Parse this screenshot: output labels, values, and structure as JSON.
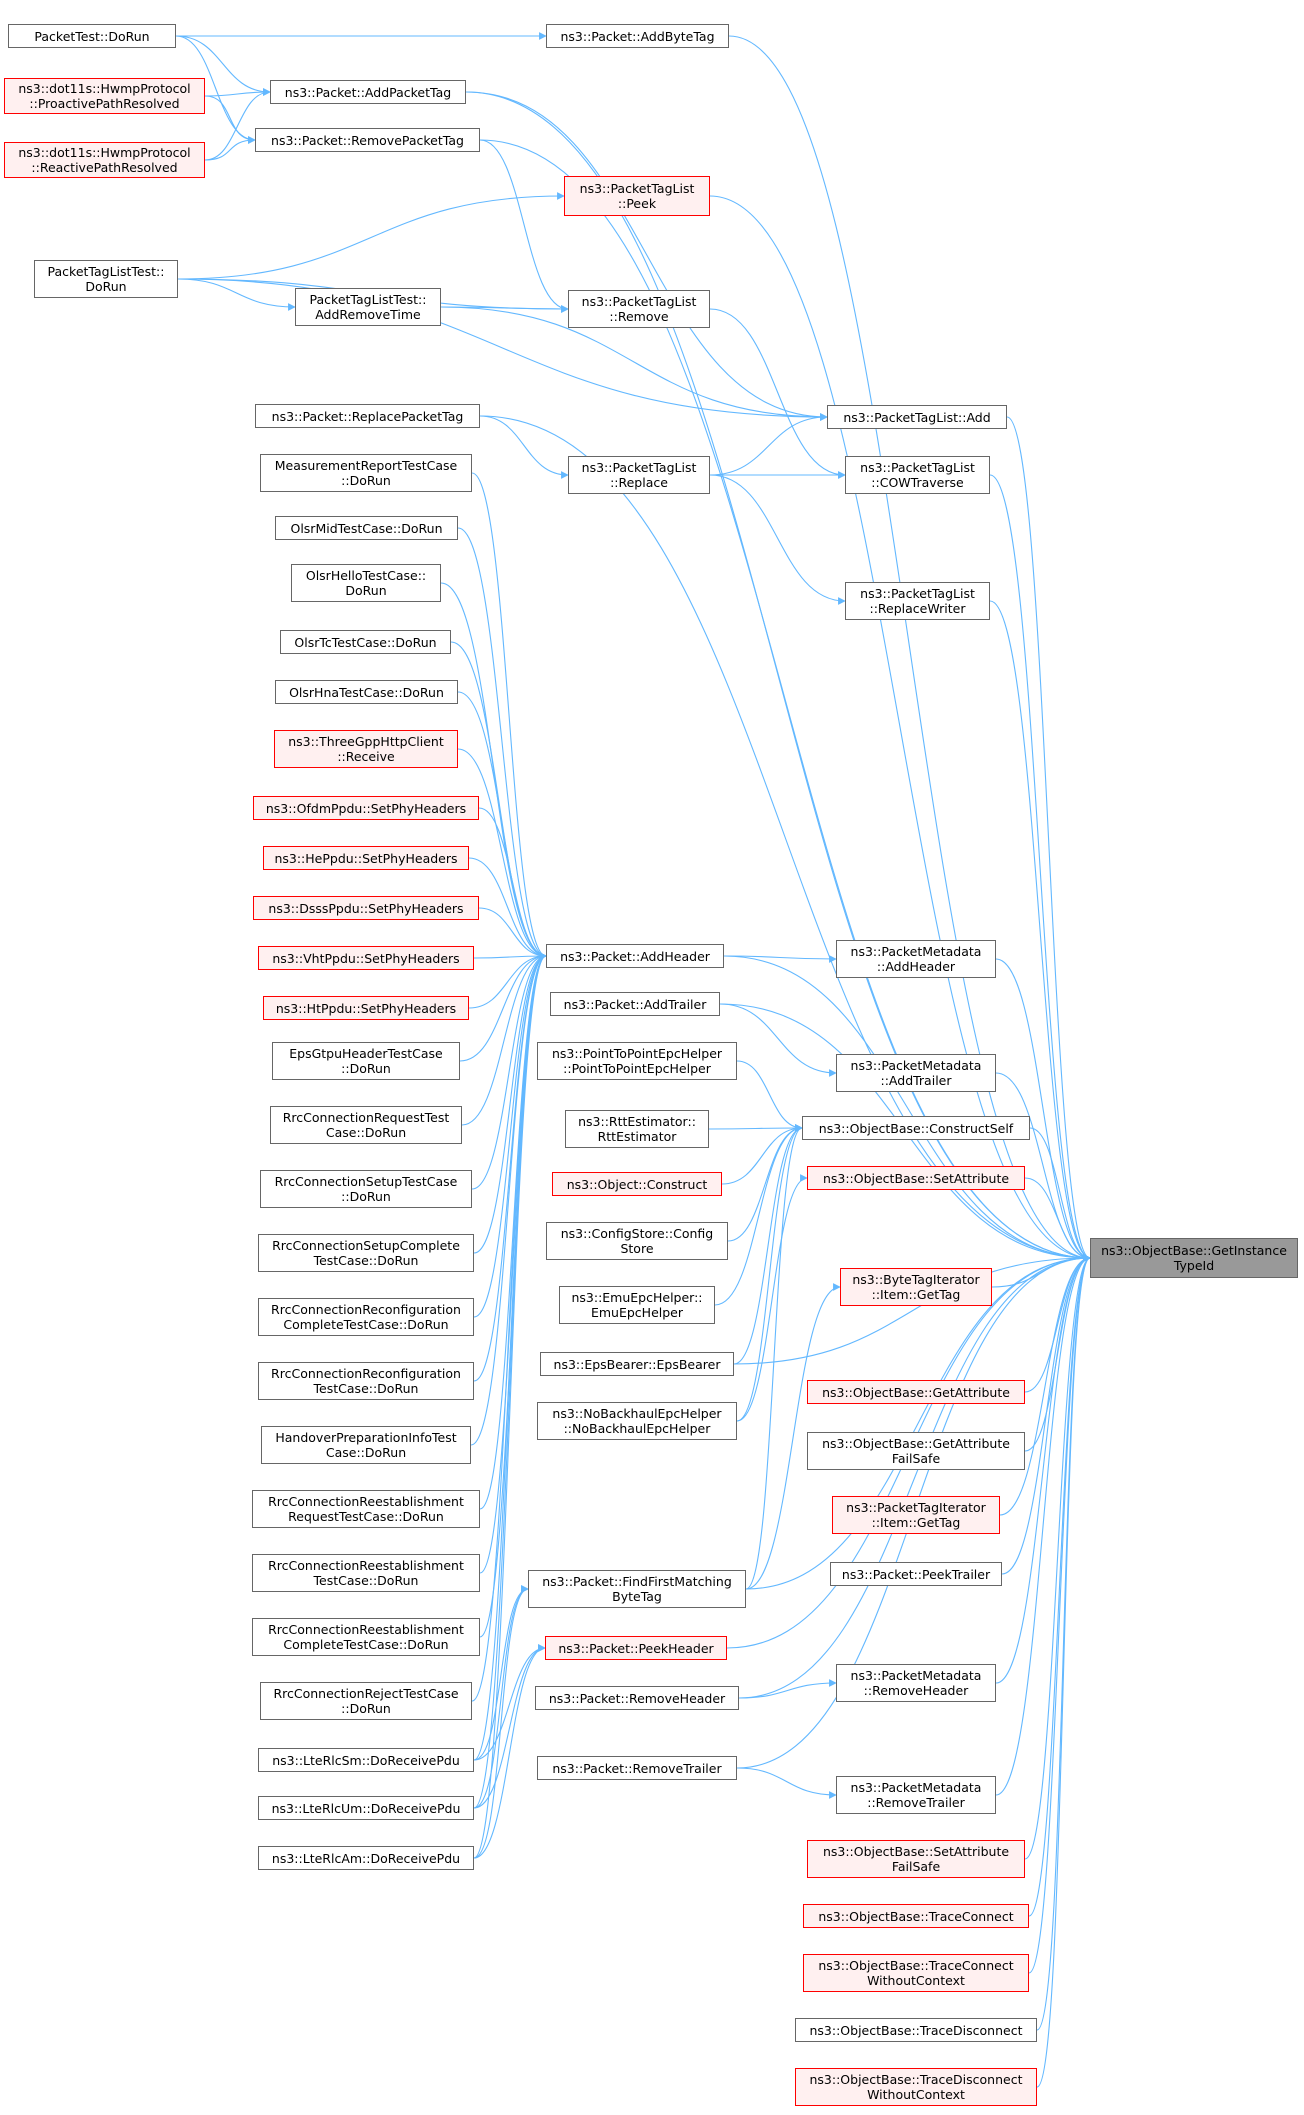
{
  "graph": {
    "target": "ns3::ObjectBase::GetInstanceTypeId",
    "colors": {
      "edge": "#63b8ff",
      "node_border": "#666666",
      "highlight_border": "#ff0000",
      "highlight_fill": "#fff0f0",
      "focus_fill": "#999999"
    },
    "nodes": [
      {
        "id": "packettest-dorun",
        "lines": [
          "PacketTest::DoRun"
        ],
        "style": "normal"
      },
      {
        "id": "dot11s-proactive",
        "lines": [
          "ns3::dot11s::HwmpProtocol",
          "::ProactivePathResolved"
        ],
        "style": "red"
      },
      {
        "id": "dot11s-reactive",
        "lines": [
          "ns3::dot11s::HwmpProtocol",
          "::ReactivePathResolved"
        ],
        "style": "red"
      },
      {
        "id": "packettaglisttest-dorun",
        "lines": [
          "PacketTagListTest::",
          "DoRun"
        ],
        "style": "normal"
      },
      {
        "id": "addbytetag",
        "lines": [
          "ns3::Packet::AddByteTag"
        ],
        "style": "normal"
      },
      {
        "id": "addpackettag",
        "lines": [
          "ns3::Packet::AddPacketTag"
        ],
        "style": "normal"
      },
      {
        "id": "removepackettag",
        "lines": [
          "ns3::Packet::RemovePacketTag"
        ],
        "style": "normal"
      },
      {
        "id": "ptl-peek",
        "lines": [
          "ns3::PacketTagList",
          "::Peek"
        ],
        "style": "red"
      },
      {
        "id": "addremovetime",
        "lines": [
          "PacketTagListTest::",
          "AddRemoveTime"
        ],
        "style": "normal"
      },
      {
        "id": "ptl-remove",
        "lines": [
          "ns3::PacketTagList",
          "::Remove"
        ],
        "style": "normal"
      },
      {
        "id": "replacepackettag",
        "lines": [
          "ns3::Packet::ReplacePacketTag"
        ],
        "style": "normal"
      },
      {
        "id": "ptl-add",
        "lines": [
          "ns3::PacketTagList::Add"
        ],
        "style": "normal"
      },
      {
        "id": "ptl-replace",
        "lines": [
          "ns3::PacketTagList",
          "::Replace"
        ],
        "style": "normal"
      },
      {
        "id": "ptl-cowtraverse",
        "lines": [
          "ns3::PacketTagList",
          "::COWTraverse"
        ],
        "style": "normal"
      },
      {
        "id": "ptl-replacewriter",
        "lines": [
          "ns3::PacketTagList",
          "::ReplaceWriter"
        ],
        "style": "normal"
      },
      {
        "id": "measurementreport",
        "lines": [
          "MeasurementReportTestCase",
          "::DoRun"
        ],
        "style": "normal"
      },
      {
        "id": "olsrmid",
        "lines": [
          "OlsrMidTestCase::DoRun"
        ],
        "style": "normal"
      },
      {
        "id": "olsrhello",
        "lines": [
          "OlsrHelloTestCase::",
          "DoRun"
        ],
        "style": "normal"
      },
      {
        "id": "olsrtc",
        "lines": [
          "OlsrTcTestCase::DoRun"
        ],
        "style": "normal"
      },
      {
        "id": "olsrhna",
        "lines": [
          "OlsrHnaTestCase::DoRun"
        ],
        "style": "normal"
      },
      {
        "id": "threegpphttp",
        "lines": [
          "ns3::ThreeGppHttpClient",
          "::Receive"
        ],
        "style": "red"
      },
      {
        "id": "ofdmppdu",
        "lines": [
          "ns3::OfdmPpdu::SetPhyHeaders"
        ],
        "style": "red"
      },
      {
        "id": "heppdu",
        "lines": [
          "ns3::HePpdu::SetPhyHeaders"
        ],
        "style": "red"
      },
      {
        "id": "dsssppdu",
        "lines": [
          "ns3::DsssPpdu::SetPhyHeaders"
        ],
        "style": "red"
      },
      {
        "id": "vhtppdu",
        "lines": [
          "ns3::VhtPpdu::SetPhyHeaders"
        ],
        "style": "red"
      },
      {
        "id": "htppdu",
        "lines": [
          "ns3::HtPpdu::SetPhyHeaders"
        ],
        "style": "red"
      },
      {
        "id": "epsgtpu",
        "lines": [
          "EpsGtpuHeaderTestCase",
          "::DoRun"
        ],
        "style": "normal"
      },
      {
        "id": "rrcconnreq",
        "lines": [
          "RrcConnectionRequestTest",
          "Case::DoRun"
        ],
        "style": "normal"
      },
      {
        "id": "rrcconnsetup",
        "lines": [
          "RrcConnectionSetupTestCase",
          "::DoRun"
        ],
        "style": "normal"
      },
      {
        "id": "rrcconnsetupcomplete",
        "lines": [
          "RrcConnectionSetupComplete",
          "TestCase::DoRun"
        ],
        "style": "normal"
      },
      {
        "id": "rrcreconfcomplete",
        "lines": [
          "RrcConnectionReconfiguration",
          "CompleteTestCase::DoRun"
        ],
        "style": "normal"
      },
      {
        "id": "rrcreconf",
        "lines": [
          "RrcConnectionReconfiguration",
          "TestCase::DoRun"
        ],
        "style": "normal"
      },
      {
        "id": "handoverprep",
        "lines": [
          "HandoverPreparationInfoTest",
          "Case::DoRun"
        ],
        "style": "normal"
      },
      {
        "id": "rrcreestreq",
        "lines": [
          "RrcConnectionReestablishment",
          "RequestTestCase::DoRun"
        ],
        "style": "normal"
      },
      {
        "id": "rrcreest",
        "lines": [
          "RrcConnectionReestablishment",
          "TestCase::DoRun"
        ],
        "style": "normal"
      },
      {
        "id": "rrcreestcomplete",
        "lines": [
          "RrcConnectionReestablishment",
          "CompleteTestCase::DoRun"
        ],
        "style": "normal"
      },
      {
        "id": "rrcreject",
        "lines": [
          "RrcConnectionRejectTestCase",
          "::DoRun"
        ],
        "style": "normal"
      },
      {
        "id": "lterlcsm",
        "lines": [
          "ns3::LteRlcSm::DoReceivePdu"
        ],
        "style": "normal"
      },
      {
        "id": "lterlcum",
        "lines": [
          "ns3::LteRlcUm::DoReceivePdu"
        ],
        "style": "normal"
      },
      {
        "id": "lterlcam",
        "lines": [
          "ns3::LteRlcAm::DoReceivePdu"
        ],
        "style": "normal"
      },
      {
        "id": "addheader",
        "lines": [
          "ns3::Packet::AddHeader"
        ],
        "style": "normal"
      },
      {
        "id": "addtrailer",
        "lines": [
          "ns3::Packet::AddTrailer"
        ],
        "style": "normal"
      },
      {
        "id": "p2pepchelper",
        "lines": [
          "ns3::PointToPointEpcHelper",
          "::PointToPointEpcHelper"
        ],
        "style": "normal"
      },
      {
        "id": "rttestimator",
        "lines": [
          "ns3::RttEstimator::",
          "RttEstimator"
        ],
        "style": "normal"
      },
      {
        "id": "objectconstruct",
        "lines": [
          "ns3::Object::Construct"
        ],
        "style": "red"
      },
      {
        "id": "configstore",
        "lines": [
          "ns3::ConfigStore::Config",
          "Store"
        ],
        "style": "normal"
      },
      {
        "id": "emuepchelper",
        "lines": [
          "ns3::EmuEpcHelper::",
          "EmuEpcHelper"
        ],
        "style": "normal"
      },
      {
        "id": "epsbearer",
        "lines": [
          "ns3::EpsBearer::EpsBearer"
        ],
        "style": "normal"
      },
      {
        "id": "nobackhaul",
        "lines": [
          "ns3::NoBackhaulEpcHelper",
          "::NoBackhaulEpcHelper"
        ],
        "style": "normal"
      },
      {
        "id": "findfirstmatching",
        "lines": [
          "ns3::Packet::FindFirstMatching",
          "ByteTag"
        ],
        "style": "normal"
      },
      {
        "id": "peekheader",
        "lines": [
          "ns3::Packet::PeekHeader"
        ],
        "style": "red"
      },
      {
        "id": "removeheader",
        "lines": [
          "ns3::Packet::RemoveHeader"
        ],
        "style": "normal"
      },
      {
        "id": "removetrailer",
        "lines": [
          "ns3::Packet::RemoveTrailer"
        ],
        "style": "normal"
      },
      {
        "id": "pm-addheader",
        "lines": [
          "ns3::PacketMetadata",
          "::AddHeader"
        ],
        "style": "normal"
      },
      {
        "id": "pm-addtrailer",
        "lines": [
          "ns3::PacketMetadata",
          "::AddTrailer"
        ],
        "style": "normal"
      },
      {
        "id": "constructself",
        "lines": [
          "ns3::ObjectBase::ConstructSelf"
        ],
        "style": "normal"
      },
      {
        "id": "setattribute",
        "lines": [
          "ns3::ObjectBase::SetAttribute"
        ],
        "style": "red"
      },
      {
        "id": "bytetagiter",
        "lines": [
          "ns3::ByteTagIterator",
          "::Item::GetTag"
        ],
        "style": "red"
      },
      {
        "id": "getattribute",
        "lines": [
          "ns3::ObjectBase::GetAttribute"
        ],
        "style": "red"
      },
      {
        "id": "getattributefailsafe",
        "lines": [
          "ns3::ObjectBase::GetAttribute",
          "FailSafe"
        ],
        "style": "normal"
      },
      {
        "id": "packettagiter",
        "lines": [
          "ns3::PacketTagIterator",
          "::Item::GetTag"
        ],
        "style": "red"
      },
      {
        "id": "peektrailer",
        "lines": [
          "ns3::Packet::PeekTrailer"
        ],
        "style": "normal"
      },
      {
        "id": "pm-removeheader",
        "lines": [
          "ns3::PacketMetadata",
          "::RemoveHeader"
        ],
        "style": "normal"
      },
      {
        "id": "pm-removetrailer",
        "lines": [
          "ns3::PacketMetadata",
          "::RemoveTrailer"
        ],
        "style": "normal"
      },
      {
        "id": "setattributefailsafe",
        "lines": [
          "ns3::ObjectBase::SetAttribute",
          "FailSafe"
        ],
        "style": "red"
      },
      {
        "id": "traceconnect",
        "lines": [
          "ns3::ObjectBase::TraceConnect"
        ],
        "style": "red"
      },
      {
        "id": "traceconnectwoc",
        "lines": [
          "ns3::ObjectBase::TraceConnect",
          "WithoutContext"
        ],
        "style": "red"
      },
      {
        "id": "tracedisconnect",
        "lines": [
          "ns3::ObjectBase::TraceDisconnect"
        ],
        "style": "normal"
      },
      {
        "id": "tracedisconnectwoc",
        "lines": [
          "ns3::ObjectBase::TraceDisconnect",
          "WithoutContext"
        ],
        "style": "red"
      },
      {
        "id": "getinstancetypeid",
        "lines": [
          "ns3::ObjectBase::GetInstance",
          "TypeId"
        ],
        "style": "focus"
      }
    ],
    "edges": [
      [
        "packettest-dorun",
        "addbytetag"
      ],
      [
        "packettest-dorun",
        "addpackettag"
      ],
      [
        "packettest-dorun",
        "removepackettag"
      ],
      [
        "dot11s-proactive",
        "addpackettag"
      ],
      [
        "dot11s-proactive",
        "removepackettag"
      ],
      [
        "dot11s-reactive",
        "addpackettag"
      ],
      [
        "dot11s-reactive",
        "removepackettag"
      ],
      [
        "packettaglisttest-dorun",
        "ptl-peek"
      ],
      [
        "packettaglisttest-dorun",
        "addremovetime"
      ],
      [
        "packettaglisttest-dorun",
        "ptl-remove"
      ],
      [
        "packettaglisttest-dorun",
        "ptl-add"
      ],
      [
        "addremovetime",
        "ptl-remove"
      ],
      [
        "addremovetime",
        "ptl-add"
      ],
      [
        "addpackettag",
        "ptl-add"
      ],
      [
        "removepackettag",
        "ptl-remove"
      ],
      [
        "replacepackettag",
        "ptl-replace"
      ],
      [
        "ptl-remove",
        "ptl-cowtraverse"
      ],
      [
        "ptl-replace",
        "ptl-add"
      ],
      [
        "ptl-replace",
        "ptl-cowtraverse"
      ],
      [
        "ptl-replace",
        "ptl-replacewriter"
      ],
      [
        "addbytetag",
        "getinstancetypeid"
      ],
      [
        "addpackettag",
        "getinstancetypeid"
      ],
      [
        "removepackettag",
        "getinstancetypeid"
      ],
      [
        "ptl-peek",
        "getinstancetypeid"
      ],
      [
        "ptl-add",
        "getinstancetypeid"
      ],
      [
        "ptl-cowtraverse",
        "getinstancetypeid"
      ],
      [
        "ptl-replacewriter",
        "getinstancetypeid"
      ],
      [
        "replacepackettag",
        "getinstancetypeid"
      ],
      [
        "measurementreport",
        "addheader"
      ],
      [
        "olsrmid",
        "addheader"
      ],
      [
        "olsrhello",
        "addheader"
      ],
      [
        "olsrtc",
        "addheader"
      ],
      [
        "olsrhna",
        "addheader"
      ],
      [
        "threegpphttp",
        "addheader"
      ],
      [
        "ofdmppdu",
        "addheader"
      ],
      [
        "heppdu",
        "addheader"
      ],
      [
        "dsssppdu",
        "addheader"
      ],
      [
        "vhtppdu",
        "addheader"
      ],
      [
        "htppdu",
        "addheader"
      ],
      [
        "epsgtpu",
        "addheader"
      ],
      [
        "rrcconnreq",
        "addheader"
      ],
      [
        "rrcconnsetup",
        "addheader"
      ],
      [
        "rrcconnsetupcomplete",
        "addheader"
      ],
      [
        "rrcreconfcomplete",
        "addheader"
      ],
      [
        "rrcreconf",
        "addheader"
      ],
      [
        "handoverprep",
        "addheader"
      ],
      [
        "rrcreestreq",
        "addheader"
      ],
      [
        "rrcreest",
        "addheader"
      ],
      [
        "rrcreestcomplete",
        "addheader"
      ],
      [
        "rrcreject",
        "addheader"
      ],
      [
        "lterlcsm",
        "addheader"
      ],
      [
        "lterlcum",
        "addheader"
      ],
      [
        "lterlcam",
        "addheader"
      ],
      [
        "lterlcsm",
        "findfirstmatching"
      ],
      [
        "lterlcum",
        "findfirstmatching"
      ],
      [
        "lterlcam",
        "findfirstmatching"
      ],
      [
        "lterlcsm",
        "peekheader"
      ],
      [
        "lterlcum",
        "peekheader"
      ],
      [
        "lterlcam",
        "peekheader"
      ],
      [
        "addheader",
        "pm-addheader"
      ],
      [
        "addheader",
        "getinstancetypeid"
      ],
      [
        "addtrailer",
        "pm-addtrailer"
      ],
      [
        "addtrailer",
        "getinstancetypeid"
      ],
      [
        "p2pepchelper",
        "constructself"
      ],
      [
        "rttestimator",
        "constructself"
      ],
      [
        "objectconstruct",
        "constructself"
      ],
      [
        "configstore",
        "constructself"
      ],
      [
        "emuepchelper",
        "constructself"
      ],
      [
        "epsbearer",
        "constructself"
      ],
      [
        "nobackhaul",
        "constructself"
      ],
      [
        "nobackhaul",
        "setattribute"
      ],
      [
        "epsbearer",
        "getinstancetypeid"
      ],
      [
        "findfirstmatching",
        "constructself"
      ],
      [
        "findfirstmatching",
        "bytetagiter"
      ],
      [
        "findfirstmatching",
        "getinstancetypeid"
      ],
      [
        "peekheader",
        "getinstancetypeid"
      ],
      [
        "removeheader",
        "pm-removeheader"
      ],
      [
        "removeheader",
        "getinstancetypeid"
      ],
      [
        "removetrailer",
        "pm-removetrailer"
      ],
      [
        "removetrailer",
        "getinstancetypeid"
      ],
      [
        "pm-addheader",
        "getinstancetypeid"
      ],
      [
        "pm-addtrailer",
        "getinstancetypeid"
      ],
      [
        "constructself",
        "getinstancetypeid"
      ],
      [
        "setattribute",
        "getinstancetypeid"
      ],
      [
        "bytetagiter",
        "getinstancetypeid"
      ],
      [
        "getattribute",
        "getinstancetypeid"
      ],
      [
        "getattributefailsafe",
        "getinstancetypeid"
      ],
      [
        "packettagiter",
        "getinstancetypeid"
      ],
      [
        "peektrailer",
        "getinstancetypeid"
      ],
      [
        "pm-removeheader",
        "getinstancetypeid"
      ],
      [
        "pm-removetrailer",
        "getinstancetypeid"
      ],
      [
        "setattributefailsafe",
        "getinstancetypeid"
      ],
      [
        "traceconnect",
        "getinstancetypeid"
      ],
      [
        "traceconnectwoc",
        "getinstancetypeid"
      ],
      [
        "tracedisconnect",
        "getinstancetypeid"
      ],
      [
        "tracedisconnectwoc",
        "getinstancetypeid"
      ]
    ]
  }
}
